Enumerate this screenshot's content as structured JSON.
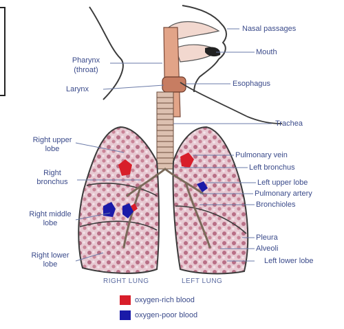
{
  "labels": {
    "nasal_passages": "Nasal passages",
    "mouth": "Mouth",
    "pharynx": "Pharynx",
    "throat": "(throat)",
    "larynx": "Larynx",
    "esophagus": "Esophagus",
    "trachea": "Trachea",
    "right_upper_lobe_1": "Right upper",
    "right_upper_lobe_2": "lobe",
    "right_bronchus_1": "Right",
    "right_bronchus_2": "bronchus",
    "right_middle_lobe_1": "Right middle",
    "right_middle_lobe_2": "lobe",
    "right_lower_lobe_1": "Right lower",
    "right_lower_lobe_2": "lobe",
    "pulmonary_vein": "Pulmonary vein",
    "left_bronchus": "Left bronchus",
    "left_upper_lobe": "Left upper lobe",
    "pulmonary_artery": "Pulmonary artery",
    "bronchioles": "Bronchioles",
    "pleura": "Pleura",
    "alveoli": "Alveoli",
    "left_lower_lobe": "Left lower lobe",
    "right_lung": "RIGHT LUNG",
    "left_lung": "LEFT LUNG"
  },
  "legend": {
    "oxygen_rich": "oxygen-rich blood",
    "oxygen_poor": "oxygen-poor blood"
  },
  "colors": {
    "oxygen_rich": "#d81e2a",
    "oxygen_poor": "#1a1aa8",
    "label_text": "#3a4a8a",
    "leader": "#6a7aa8",
    "outline": "#3b3b3b",
    "lung_tissue": "#c89aa8",
    "airway": "#d4907a"
  }
}
